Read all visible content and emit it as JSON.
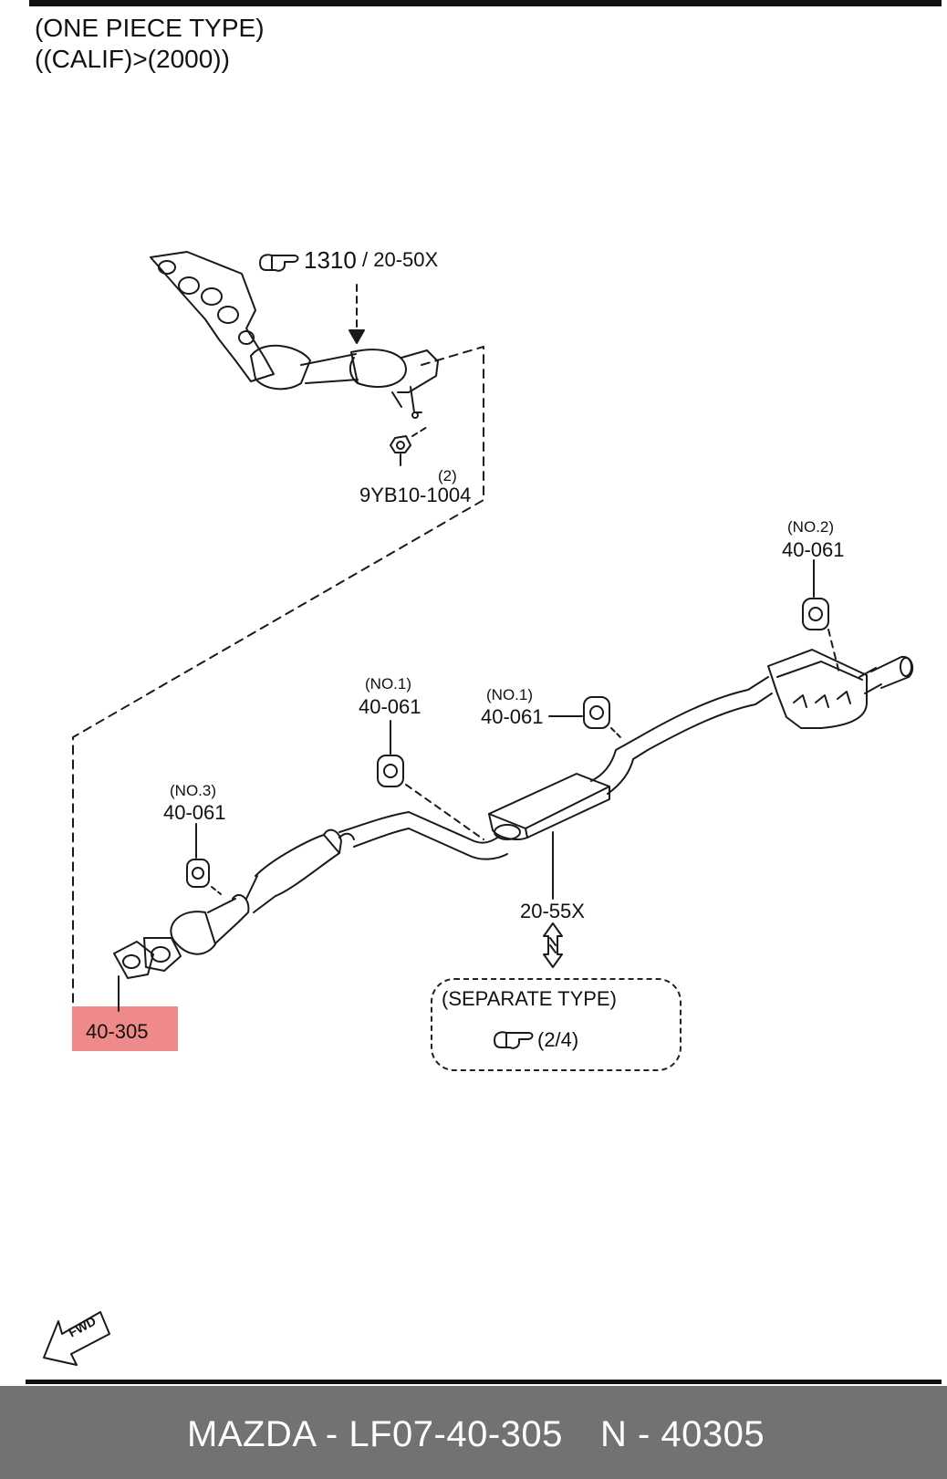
{
  "header": {
    "line1": "(ONE PIECE TYPE)",
    "line2": "((CALIF)>(2000))"
  },
  "callouts": {
    "manifold_ref_main": "1310",
    "manifold_ref_sub": "/ 20-50X",
    "nut_qty": "(2)",
    "nut_part": "9YB10-1004",
    "hanger_no2_tag": "(NO.2)",
    "hanger_no2_part": "40-061",
    "hanger_no1a_tag": "(NO.1)",
    "hanger_no1a_part": "40-061",
    "hanger_no1b_tag": "(NO.1)",
    "hanger_no1b_part": "40-061",
    "hanger_no3_tag": "(NO.3)",
    "hanger_no3_part": "40-061",
    "pipe_part": "20-55X",
    "gasket_part": "40-305",
    "separate_type": "(SEPARATE TYPE)",
    "separate_ref": "(2/4)",
    "fwd": "FWD"
  },
  "highlight": {
    "color": "#f08a8a"
  },
  "footer": {
    "brand_part": "MAZDA - LF07-40-305",
    "code": "N - 40305",
    "background": "#727272"
  }
}
